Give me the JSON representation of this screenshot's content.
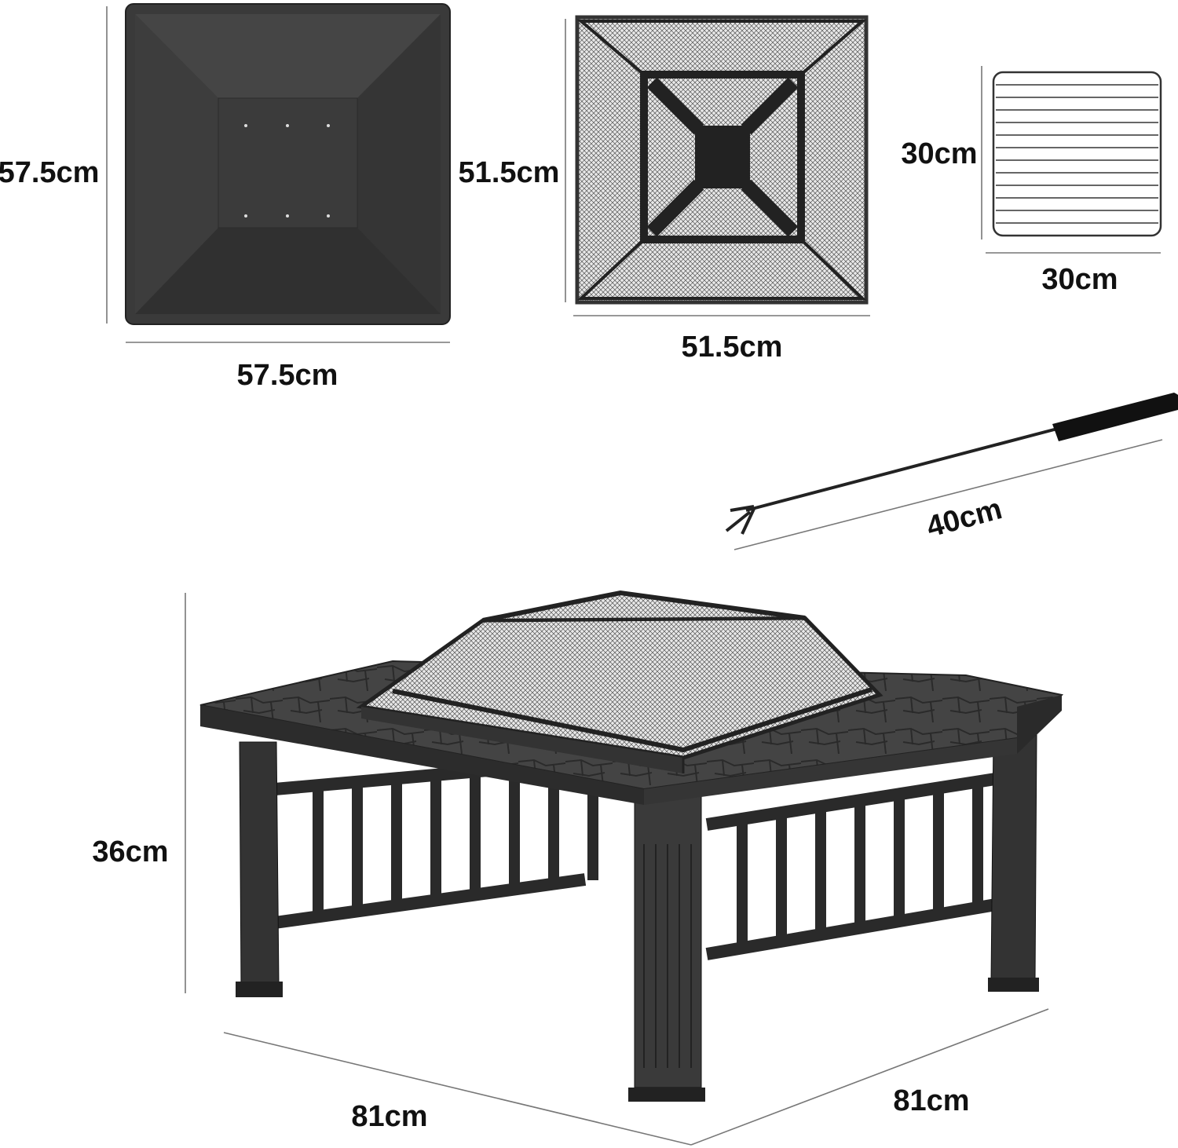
{
  "colors": {
    "metal": "#2e2e2e",
    "metal_light": "#4a4a4a",
    "mesh": "#9a9a9a",
    "dimension_line": "#777777",
    "text": "#111111"
  },
  "components": {
    "fire_bowl": {
      "height_label": "57.5cm",
      "width_label": "57.5cm"
    },
    "spark_screen": {
      "height_label": "51.5cm",
      "width_label": "51.5cm"
    },
    "grill_grate": {
      "height_label": "30cm",
      "width_label": "30cm"
    },
    "poker": {
      "length_label": "40cm"
    },
    "fire_pit_table": {
      "height_label": "36cm",
      "length_label": "81cm",
      "depth_label": "81cm"
    }
  }
}
